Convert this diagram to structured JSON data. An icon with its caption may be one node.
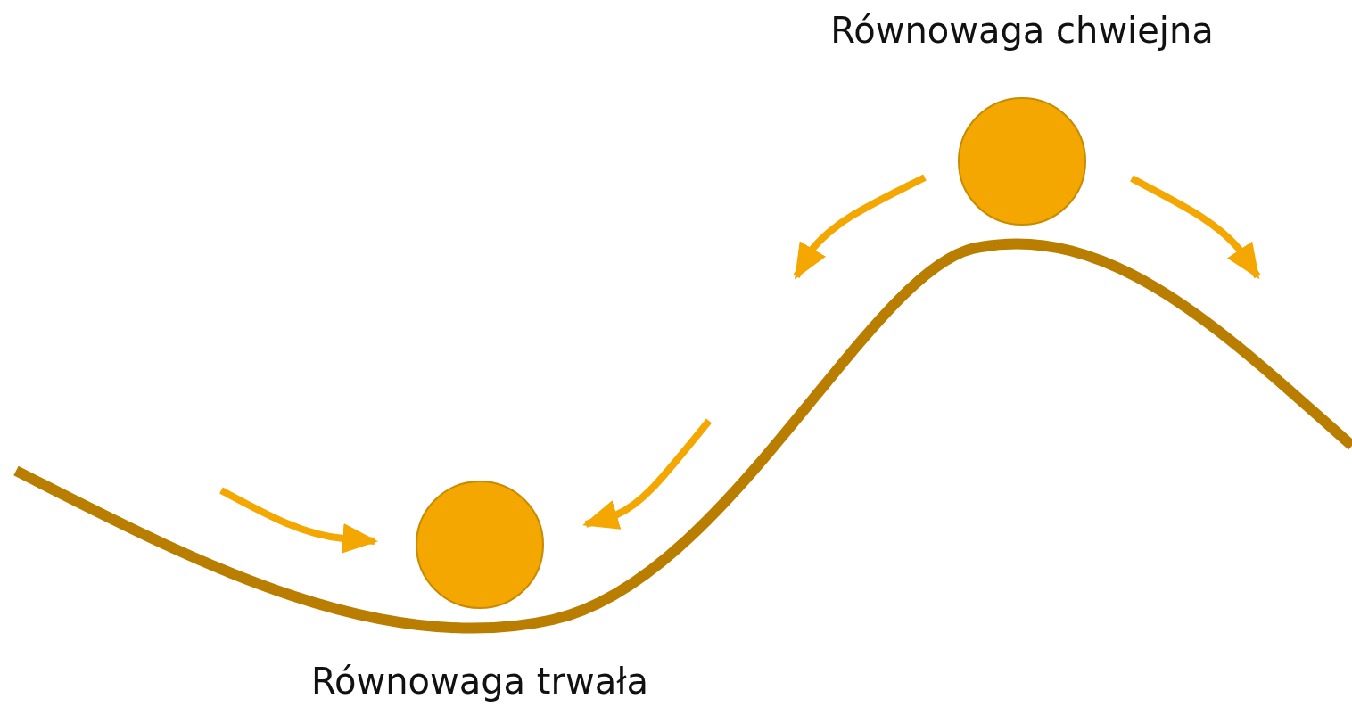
{
  "diagram": {
    "nodes": [
      {
        "text": [],
        "shape": "circle",
        "beside": [
          "Równowaga trwała"
        ]
      },
      {
        "text": [],
        "shape": "circle",
        "beside": [
          "Równowaga chwiejna"
        ]
      }
    ]
  }
}
